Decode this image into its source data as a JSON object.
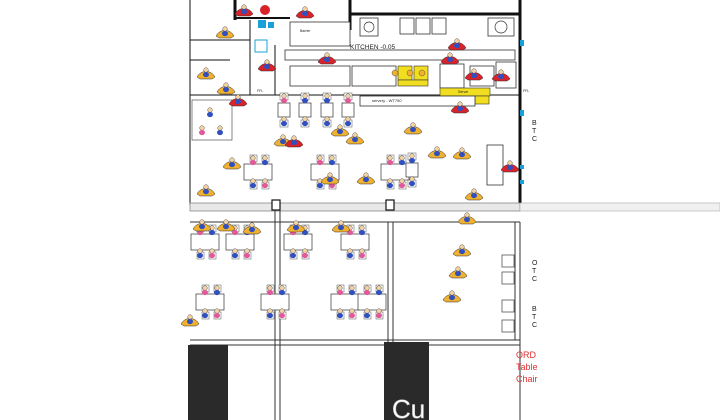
{
  "kitchen": {
    "title": "KITCHEN -0.05",
    "servery_label": "servery - WT750",
    "small_label": "Barrier",
    "note_label": "Server",
    "door_labels": [
      "FFL",
      "FFL"
    ]
  },
  "right_side": {
    "partial_labels": [
      "B",
      "T",
      "C",
      "O",
      "T",
      "C",
      "B",
      "T",
      "C"
    ]
  },
  "legend": {
    "line1": "ORD",
    "line2": "Table",
    "line3": "Chair"
  },
  "watermark": {
    "text": "Cu"
  },
  "colors": {
    "chair_orange": "#f0b030",
    "chair_red": "#d8232a",
    "person_blue": "#3050c0",
    "person_pink": "#e05a9a",
    "wall_black": "#111111",
    "equipment_yellow": "#f2de20",
    "accent_blue": "#1aa0d8"
  }
}
